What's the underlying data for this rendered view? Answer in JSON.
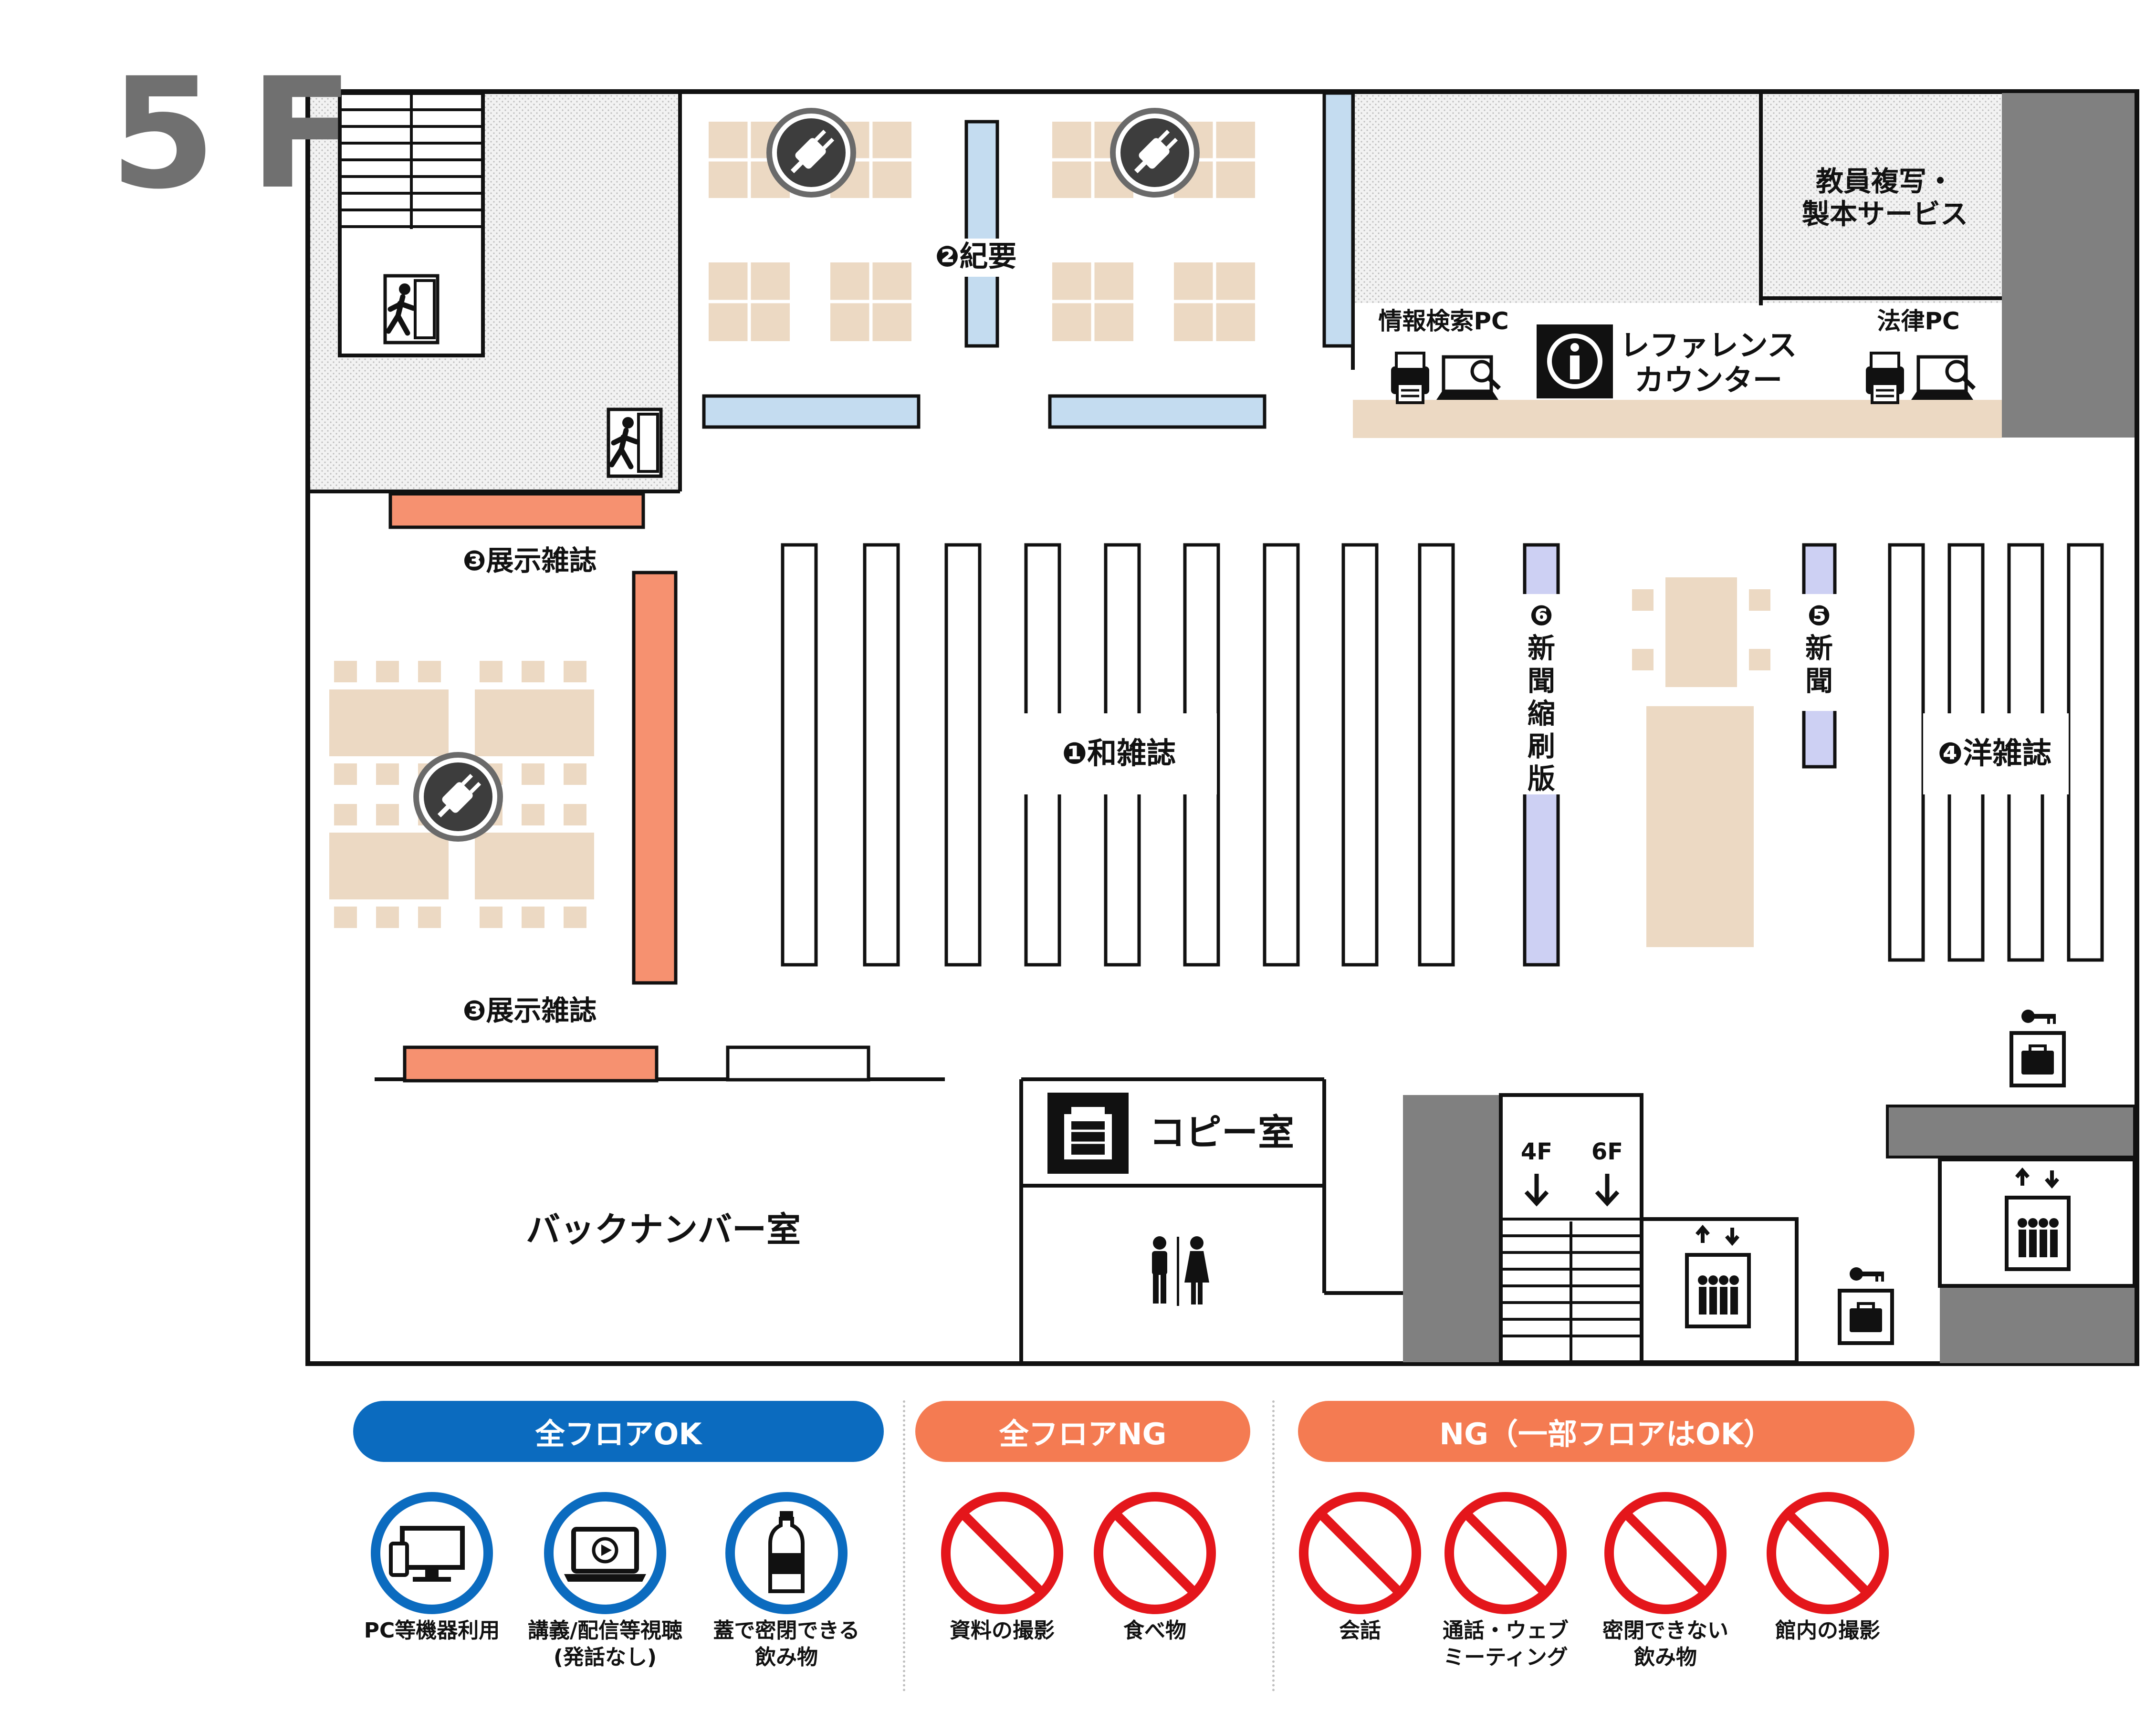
{
  "floor": {
    "title": "5F"
  },
  "areas": {
    "kiyo": "❷紀要",
    "wazasshi": "❶和雑誌",
    "yozasshi": "❹洋雑誌",
    "shinbun": "❺\n新\n聞",
    "shukusatsu": "❻\n新\n聞\n縮\n刷\n版",
    "tenji_top": "❸展示雑誌",
    "tenji_bottom": "❸展示雑誌",
    "backnumber": "バックナンバー室",
    "copy_room": "コピー室",
    "faculty_copy": "教員複写・\n製本サービス",
    "reference": "レファレンス\nカウンター",
    "search_pc": "情報検索PC",
    "law_pc": "法律PC",
    "elev_4f": "4F",
    "elev_6f": "6F"
  },
  "legend": {
    "groups": [
      {
        "label": "全フロアOK",
        "color": "#0b6bbf"
      },
      {
        "label": "全フロアNG",
        "color": "#f47b52"
      },
      {
        "label": "NG（一部フロアはOK）",
        "color": "#f47b52"
      }
    ],
    "ok_items": [
      "PC等機器利用",
      "講義/配信等視聴\n(発話なし)",
      "蓋で密閉できる\n飲み物"
    ],
    "ng_items": [
      "資料の撮影",
      "食べ物"
    ],
    "partial_items": [
      "会話",
      "通話・ウェブ\nミーティング",
      "密閉できない\n飲み物",
      "館内の撮影"
    ]
  },
  "colors": {
    "ok_blue": "#0b6bbf",
    "ng_orange": "#f47b52",
    "ng_red": "#e4161b",
    "shelf_blue": "#c4dcf0",
    "shelf_lavender": "#cdd0f3",
    "display_orange": "#f69170",
    "table_beige": "#ecd9c3",
    "wall_gray": "#808080"
  }
}
